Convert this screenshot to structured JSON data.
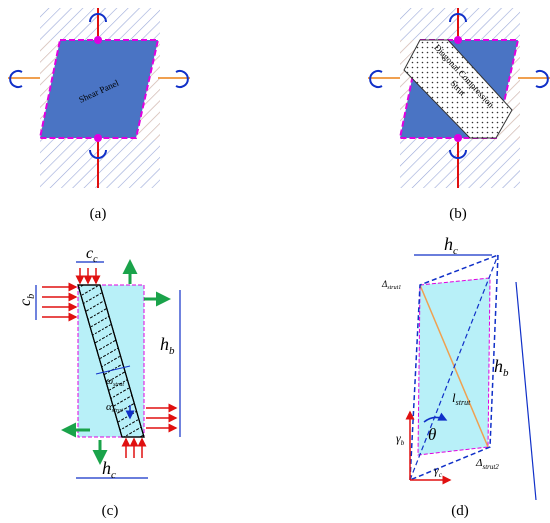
{
  "panels": {
    "a": {
      "caption": "(a)",
      "label": "Shear Panel"
    },
    "b": {
      "caption": "(b)",
      "label_line1": "Diagonal Compression",
      "label_line2": "Strut"
    },
    "c": {
      "caption": "(c)",
      "cc": "c",
      "cc_sub": "c",
      "cb": "c",
      "cb_sub": "b",
      "hb": "h",
      "hb_sub": "b",
      "hc": "h",
      "hc_sub": "c",
      "omega": "ω",
      "omega_sub": "strut",
      "alpha": "α",
      "alpha_sub": "strut"
    },
    "d": {
      "caption": "(d)",
      "hc": "h",
      "hc_sub": "c",
      "hb": "h",
      "hb_sub": "b",
      "delta1": "Δ",
      "delta1_sub": "strut1",
      "delta2": "Δ",
      "delta2_sub": "strut2",
      "l": "l",
      "l_sub": "strut",
      "theta": "θ",
      "gamma_b": "γ",
      "gamma_b_sub": "b",
      "gamma_c": "γ",
      "gamma_c_sub": "c"
    }
  },
  "colors": {
    "panel_blue": "#4a74c4",
    "magenta": "#e000e0",
    "red": "#e01010",
    "green": "#1aa34a",
    "cyan": "#b8f0f8",
    "navy": "#1030c8",
    "orange": "#f0a050"
  }
}
